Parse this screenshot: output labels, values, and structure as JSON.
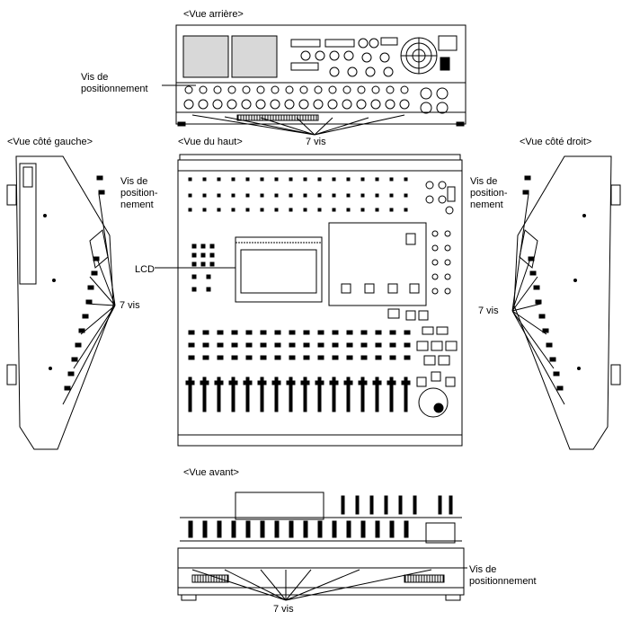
{
  "views": {
    "rear": "<Vue arrière>",
    "left": "<Vue côté gauche>",
    "top": "<Vue du haut>",
    "right": "<Vue côté droit>",
    "front": "<Vue avant>"
  },
  "callouts": {
    "vis_de_positionnement_rear": "Vis de\npositionnement",
    "vis_de_positionnement_left": "Vis de\nposition-\nnement",
    "vis_de_positionnement_right": "Vis de\nposition-\nnement",
    "vis_de_positionnement_front": "Vis de\npositionnement",
    "lcd": "LCD",
    "sept_vis_rear": "7 vis",
    "sept_vis_left": "7 vis",
    "sept_vis_right": "7 vis",
    "sept_vis_front": "7 vis"
  }
}
